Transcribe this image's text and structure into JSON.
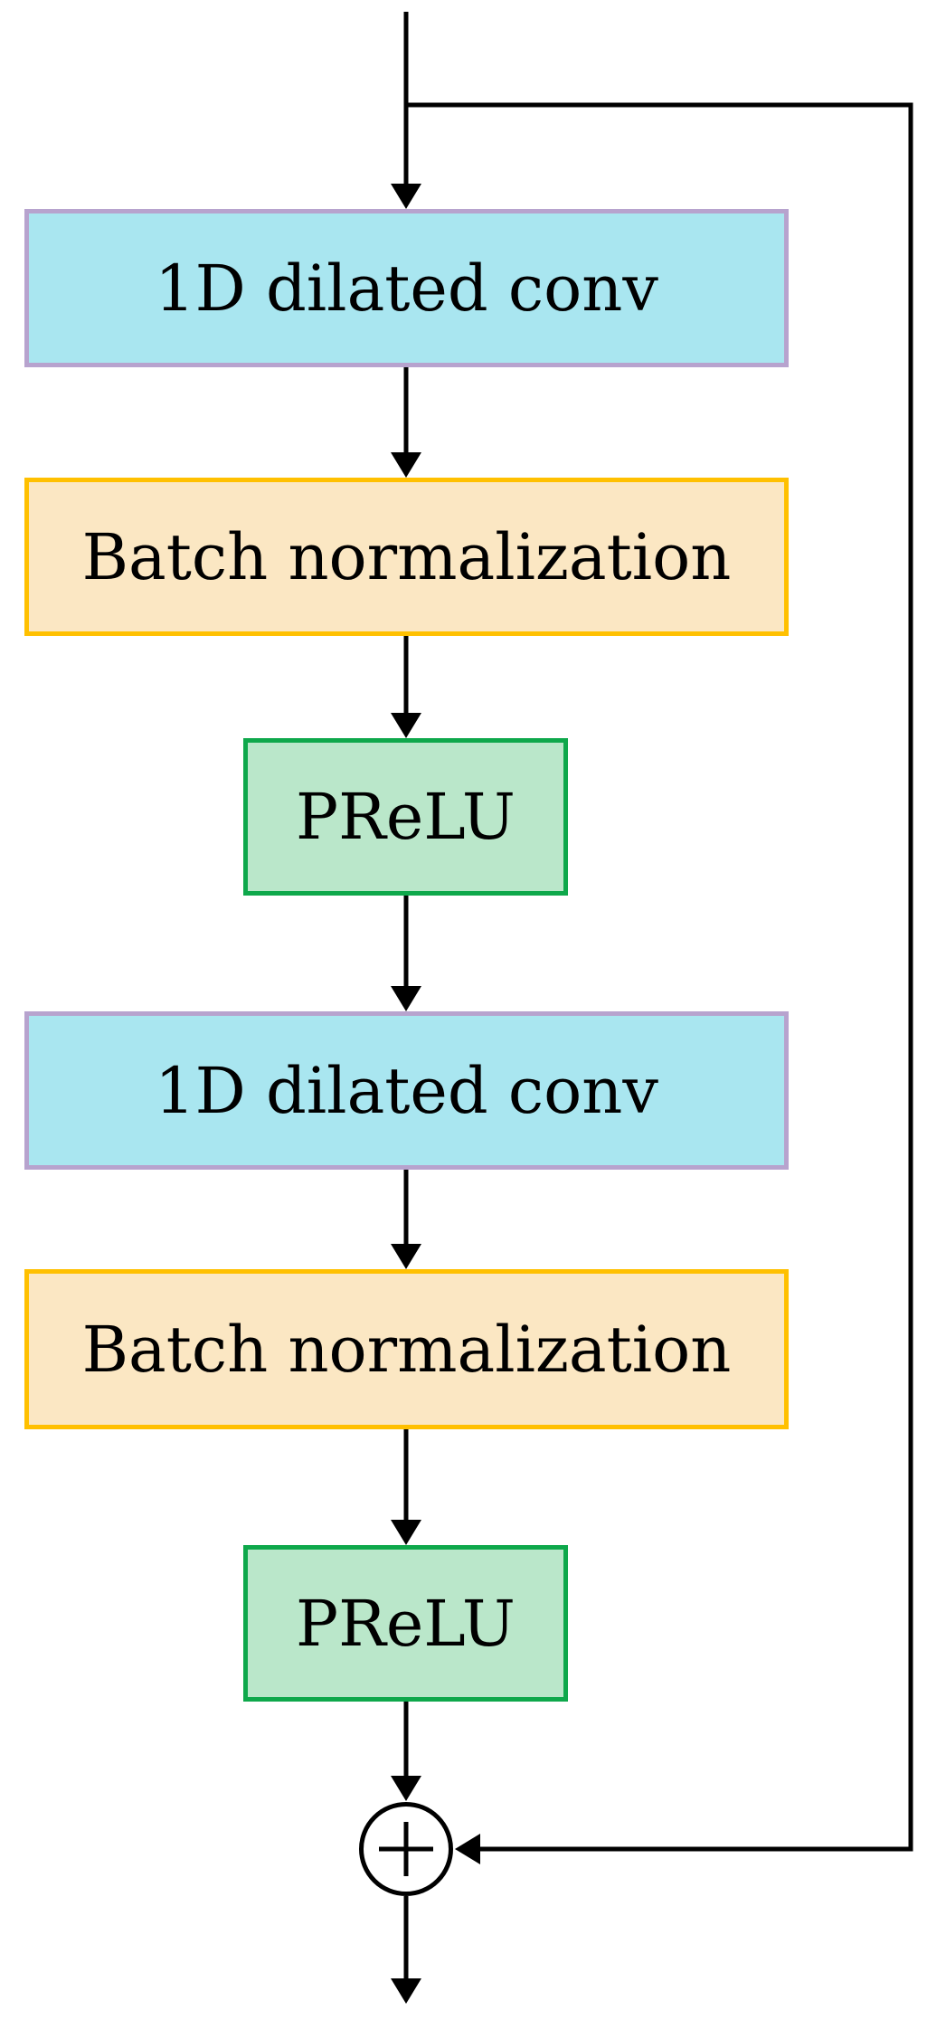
{
  "diagram": {
    "background": "#ffffff",
    "line_color": "#000000",
    "blocks": [
      {
        "label": "1D dilated conv",
        "fill": "#a9e6f0",
        "border": "#b7a3ce"
      },
      {
        "label": "Batch normalization",
        "fill": "#fbe7c3",
        "border": "#ffc000"
      },
      {
        "label": "PReLU",
        "fill": "#bae7ca",
        "border": "#0ea84b"
      },
      {
        "label": "1D dilated conv",
        "fill": "#a9e6f0",
        "border": "#b7a3ce"
      },
      {
        "label": "Batch normalization",
        "fill": "#fbe7c3",
        "border": "#ffc000"
      },
      {
        "label": "PReLU",
        "fill": "#bae7ca",
        "border": "#0ea84b"
      }
    ],
    "sum_node": {
      "icon": "circled-plus",
      "symbol": "+"
    },
    "connections": {
      "main_path": "input -> conv1 -> bn1 -> prelu1 -> conv2 -> bn2 -> prelu2 -> sum -> output",
      "skip_path": "input -> sum"
    }
  }
}
